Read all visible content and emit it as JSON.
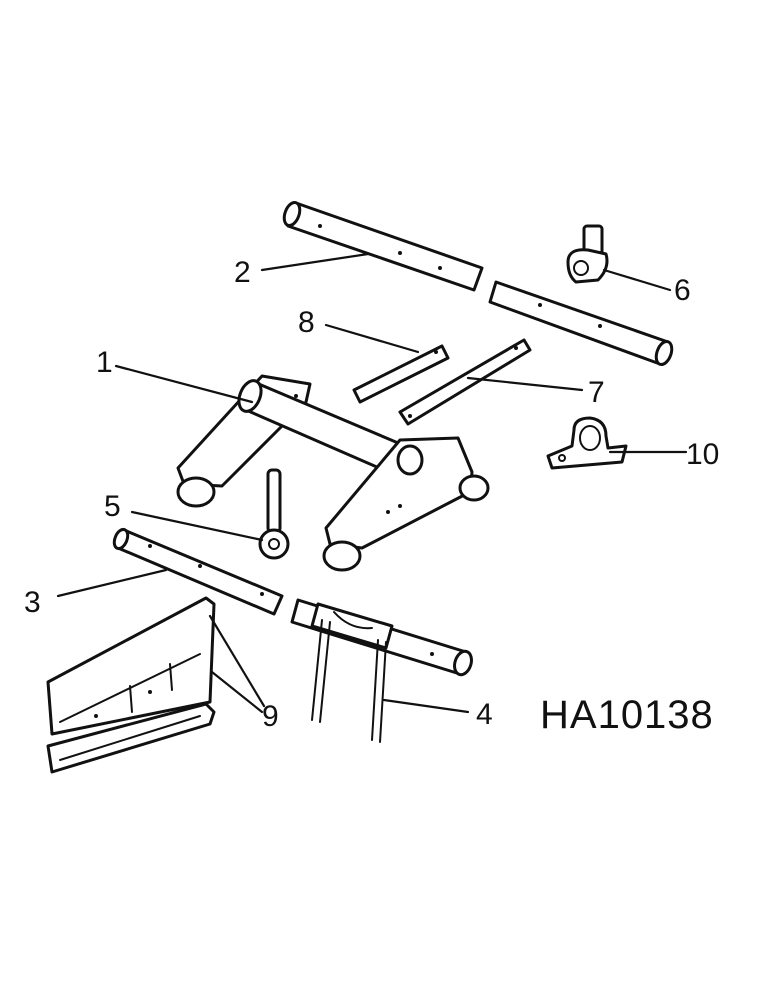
{
  "figure": {
    "reference_code": "HA10138",
    "callouts": [
      "1",
      "2",
      "3",
      "4",
      "5",
      "6",
      "7",
      "8",
      "9",
      "10"
    ]
  }
}
